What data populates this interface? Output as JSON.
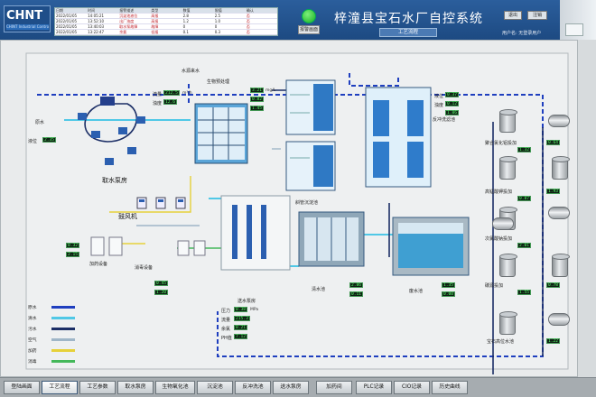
{
  "header": {
    "logo_text": "CHNT",
    "logo_sub": "CHINT Industrial Control",
    "title": "梓潼县宝石水厂自控系统",
    "subtitle": "工艺流程",
    "refresh_button": "报警画面",
    "button_a": "退出",
    "button_b": "注销",
    "user_label": "用户名:  无登录用户",
    "alarm_table": {
      "columns": [
        "日期",
        "时间",
        "报警描述",
        "类型",
        "数值",
        "限值",
        "确认"
      ],
      "rows": [
        [
          "2022/01/05",
          "14:05:21",
          "沉淀池液位",
          "高报",
          "2.8",
          "2.5",
          "否"
        ],
        [
          "2022/01/05",
          "13:52:10",
          "出厂浊度",
          "高报",
          "1.2",
          "1.0",
          "否"
        ],
        [
          "2022/01/05",
          "13:40:03",
          "取水泵故障",
          "故障",
          "0",
          "0",
          "否"
        ],
        [
          "2022/01/05",
          "13:22:47",
          "余氯",
          "低报",
          "0.1",
          "0.3",
          "否"
        ]
      ]
    },
    "colors": {
      "header_bg": "#1d4a82",
      "status_ok": "#18b022"
    }
  },
  "diagram": {
    "labels": {
      "intake_pump_house": "取水泵房",
      "bio_pretreat": "生物预处理",
      "inclined_tube": "斜管沉淀池",
      "backwash_filter": "反冲洗滤池",
      "blower": "鼓风机",
      "dosing_equipment": "加药设备",
      "disinfection_equipment": "消毒设备",
      "water_pump_house": "送水泵房",
      "clear_well": "清水池",
      "waste_pool": "废水池",
      "raw_water": "原水",
      "river_label": "水源来水",
      "chem_1": "聚合氯化铝投加",
      "chem_2": "高锰酸钾投加",
      "chem_3": "次氯酸钠投加",
      "chem_4": "碳源投加",
      "chem_5": "宝石高位水池"
    },
    "values": {
      "intake_level": "2.35",
      "intake_flow": "212.5",
      "intake_turb": "12.6",
      "bio_1": "3.21",
      "bio_2": "0.82",
      "bio_3": "1.45",
      "filter_1": "0.37",
      "filter_2": "0.12",
      "filter_3": "1.06",
      "dose_1": "0.32",
      "dose_2": "2.15",
      "disinf_1": "0.45",
      "disinf_2": "1.20",
      "pump_1": "0.38",
      "pump_2": "215.3",
      "pump_3": "0.21",
      "pump_4": "7.12",
      "clear_1": "2.86",
      "clear_2": "0.11",
      "waste_1": "1.35",
      "waste_2": "0.00",
      "tank_1": "1.32",
      "tank_2": "0.87",
      "tank_3": "2.01",
      "tank_4": "1.55",
      "tank_5": "0.64",
      "tank_6": "1.93",
      "tank_7": "0.78",
      "tank_8": "1.22"
    },
    "units": {
      "m": "m",
      "flow": "m³/h",
      "ntu": "NTU",
      "mgl": "mg/L",
      "mpa": "MPa"
    },
    "value_labels": {
      "level": "液位",
      "flow": "流量",
      "turb": "浊度",
      "chlorine": "余氯",
      "pressure": "压力",
      "ph": "PH值"
    }
  },
  "legend": {
    "items": [
      {
        "name": "原水",
        "color": "#1f3fbf"
      },
      {
        "name": "清水",
        "color": "#50c8e6"
      },
      {
        "name": "污水",
        "color": "#1b2e66"
      },
      {
        "name": "空气",
        "color": "#9fb6c8"
      },
      {
        "name": "加药",
        "color": "#e6d13a"
      },
      {
        "name": "消毒",
        "color": "#44b85a"
      }
    ]
  },
  "nav": {
    "items": [
      "登陆画面",
      "工艺流程",
      "工艺参数",
      "取水泵房",
      "生物氧化池",
      "沉淀池",
      "反冲洗池",
      "送水泵房",
      "加药间",
      "PLC记录",
      "CIO记录",
      "历史曲线"
    ],
    "active": "工艺流程"
  }
}
